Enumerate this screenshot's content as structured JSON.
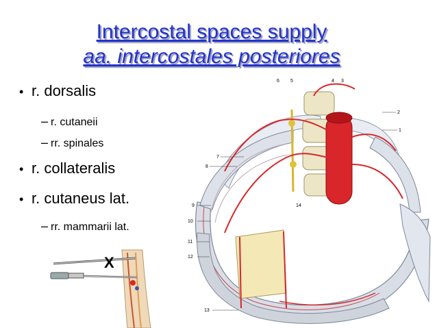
{
  "slide": {
    "title_line1": "Intercostal spaces supply",
    "title_line2": "aa. intercostales posteriores"
  },
  "bullets": [
    {
      "text": "r. dorsalis",
      "subitems": [
        "r. cutaneii",
        "rr. spinales"
      ]
    },
    {
      "text": "r. collateralis",
      "subitems": []
    },
    {
      "text": "r. cutaneus lat.",
      "subitems": [
        "rr. mammarii lat."
      ]
    }
  ],
  "figure": {
    "labels": [
      "6",
      "5",
      "4",
      "3",
      "2",
      "1",
      "7",
      "8",
      "14",
      "9",
      "10",
      "11",
      "12",
      "13"
    ]
  },
  "colors": {
    "title": "#2233cc",
    "artery": "#d8262a",
    "rib": "#cfd4dc",
    "vertebra": "#e6e0bf"
  }
}
